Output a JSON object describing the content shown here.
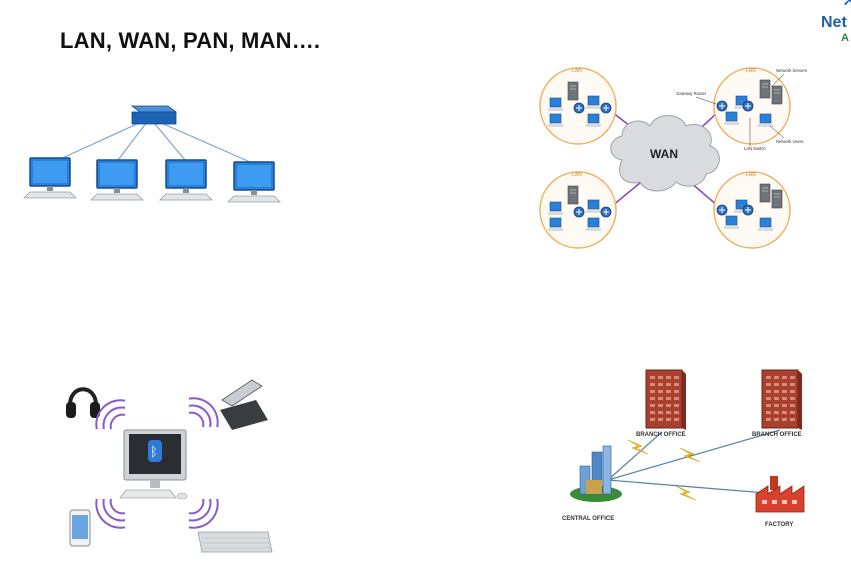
{
  "title": "LAN, WAN, PAN, MAN….",
  "logo": {
    "line1": "Net",
    "line2": "A"
  },
  "wan_diagram": {
    "cloud_label": "WAN",
    "lan_label": "LAN",
    "gateway_router_label": "Gateway Router",
    "network_servers_label": "Network Servers",
    "lan_switch_label": "LAN Switch",
    "network_users_label": "Network Users"
  },
  "man_diagram": {
    "branch_office_1": "BRANCH OFFICE",
    "branch_office_2": "BRANCH OFFICE",
    "central_office": "CENTRAL OFFICE",
    "factory": "FACTORY"
  },
  "colors": {
    "device_blue": "#1b5fa5",
    "lan_circle": "#f0b060",
    "wan_link": "#8a4fb0",
    "building_red": "#9c3b2e",
    "factory_red": "#d9412f"
  }
}
